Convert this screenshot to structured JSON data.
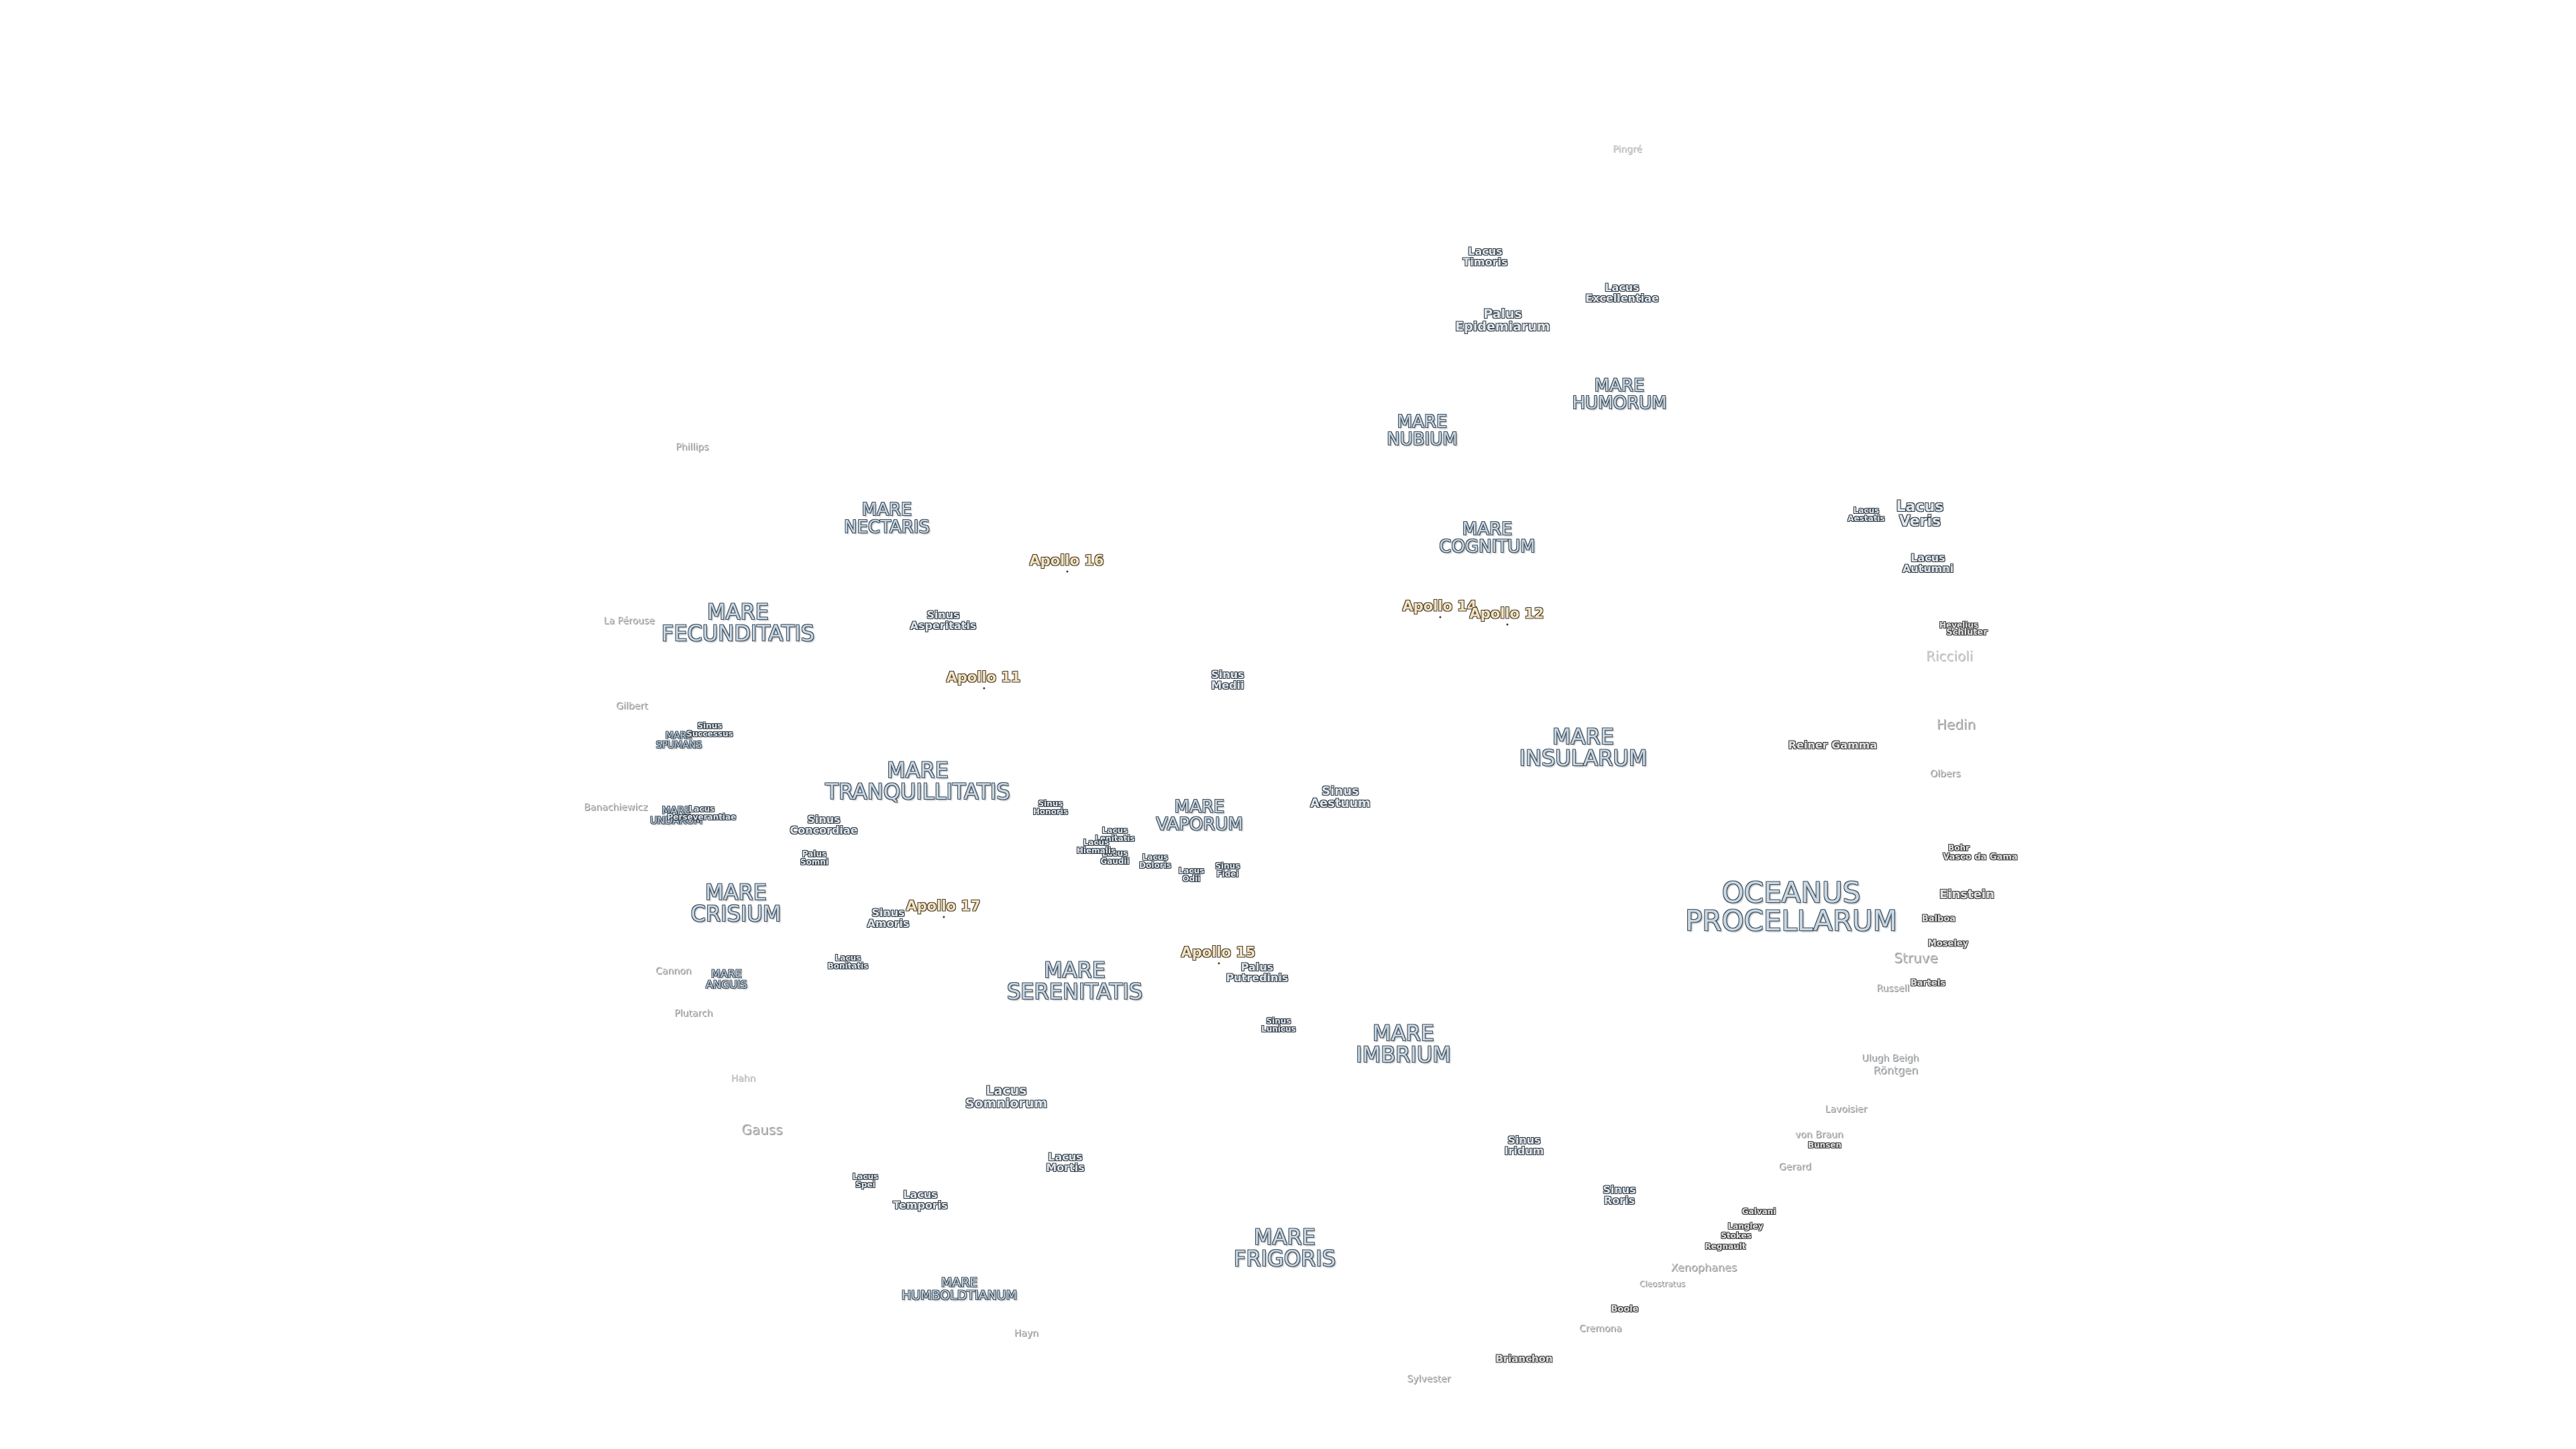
{
  "map": {
    "maria": [
      {
        "id": "mare-nubium",
        "name": "MARE\nNUBIUM"
      },
      {
        "id": "mare-humorum",
        "name": "MARE\nHUMORUM"
      },
      {
        "id": "mare-nectaris",
        "name": "MARE\nNECTARIS"
      },
      {
        "id": "mare-cognitum",
        "name": "MARE\nCOGNITUM"
      },
      {
        "id": "mare-fecunditatis",
        "name": "MARE\nFECUNDITATIS"
      },
      {
        "id": "mare-tranquillitatis",
        "name": "MARE\nTRANQUILLITATIS"
      },
      {
        "id": "mare-insularum",
        "name": "MARE\nINSULARUM"
      },
      {
        "id": "mare-vaporum",
        "name": "MARE\nVAPORUM"
      },
      {
        "id": "mare-spumans",
        "name": "MARE\nSPUMANS"
      },
      {
        "id": "mare-undarum",
        "name": "MARE\nUNDARUM"
      },
      {
        "id": "mare-crisium",
        "name": "MARE\nCRISIUM"
      },
      {
        "id": "mare-anguis",
        "name": "MARE\nANGUIS"
      },
      {
        "id": "mare-serenitatis",
        "name": "MARE\nSERENITATIS"
      },
      {
        "id": "mare-imbrium",
        "name": "MARE\nIMBRIUM"
      },
      {
        "id": "oceanus-procellarum",
        "name": "OCEANUS\nPROCELLARUM"
      },
      {
        "id": "mare-frigoris",
        "name": "MARE\nFRIGORIS"
      },
      {
        "id": "mare-humboldtianum",
        "name": "MARE\nHUMBOLDTIANUM"
      }
    ],
    "features": [
      {
        "id": "lacus-timoris",
        "name": "Lacus\nTimoris"
      },
      {
        "id": "lacus-excellentiae",
        "name": "Lacus\nExcellentiae"
      },
      {
        "id": "palus-epidemiarum",
        "name": "Palus\nEpidemiarum"
      },
      {
        "id": "lacus-veris",
        "name": "Lacus\nVeris"
      },
      {
        "id": "lacus-autumni",
        "name": "Lacus\nAutumni"
      },
      {
        "id": "lacus-aestatis",
        "name": "Lacus\nAestatis"
      },
      {
        "id": "sinus-asperitatis",
        "name": "Sinus\nAsperitatis"
      },
      {
        "id": "sinus-medii",
        "name": "Sinus\nMedii"
      },
      {
        "id": "sinus-successus",
        "name": "Sinus\nSuccessus"
      },
      {
        "id": "sinus-aestuum",
        "name": "Sinus\nAestuum"
      },
      {
        "id": "sinus-honoris",
        "name": "Sinus\nHonoris"
      },
      {
        "id": "sinus-concordiae",
        "name": "Sinus\nConcordiae"
      },
      {
        "id": "lacus-perseverantiae",
        "name": "Lacus\nPerseverantiae"
      },
      {
        "id": "palus-somni",
        "name": "Palus\nSomni"
      },
      {
        "id": "sinus-amoris",
        "name": "Sinus\nAmoris"
      },
      {
        "id": "lacus-bonitatis",
        "name": "Lacus\nBonitatis"
      },
      {
        "id": "lacus-doloris",
        "name": "Lacus\nDoloris"
      },
      {
        "id": "lacus-gaudii",
        "name": "Lacus\nGaudii"
      },
      {
        "id": "sinus-fidei",
        "name": "Sinus\nFidei"
      },
      {
        "id": "lacus-lenitatis",
        "name": "Lacus\nLenitatis"
      },
      {
        "id": "lacus-hiemalis",
        "name": "Lacus\nHiemalis"
      },
      {
        "id": "lacus-odii",
        "name": "Lacus\nOdii"
      },
      {
        "id": "palus-putredinis",
        "name": "Palus\nPutredinis"
      },
      {
        "id": "sinus-lunicus",
        "name": "Sinus\nLunicus"
      },
      {
        "id": "lacus-somniorum",
        "name": "Lacus\nSomniorum"
      },
      {
        "id": "lacus-mortis",
        "name": "Lacus\nMortis"
      },
      {
        "id": "lacus-spei",
        "name": "Lacus\nSpei"
      },
      {
        "id": "lacus-temporis",
        "name": "Lacus\nTemporis"
      },
      {
        "id": "sinus-iridum",
        "name": "Sinus\nIridum"
      },
      {
        "id": "sinus-roris",
        "name": "Sinus\nRoris"
      }
    ],
    "apollo": [
      {
        "id": "apollo-16",
        "name": "Apollo 16"
      },
      {
        "id": "apollo-11",
        "name": "Apollo 11"
      },
      {
        "id": "apollo-14",
        "name": "Apollo 14"
      },
      {
        "id": "apollo-12",
        "name": "Apollo 12"
      },
      {
        "id": "apollo-17",
        "name": "Apollo 17"
      },
      {
        "id": "apollo-15",
        "name": "Apollo 15"
      }
    ],
    "craters": [
      {
        "id": "pingre",
        "name": "Pingré"
      },
      {
        "id": "phillips",
        "name": "Phillips"
      },
      {
        "id": "la-perouse",
        "name": "La Pérouse"
      },
      {
        "id": "gilbert",
        "name": "Gilbert"
      },
      {
        "id": "banachiewicz",
        "name": "Banachiewicz"
      },
      {
        "id": "cannon",
        "name": "Cannon"
      },
      {
        "id": "plutarch",
        "name": "Plutarch"
      },
      {
        "id": "hahn",
        "name": "Hahn"
      },
      {
        "id": "gauss",
        "name": "Gauss"
      },
      {
        "id": "hayn",
        "name": "Hayn"
      },
      {
        "id": "sylvester",
        "name": "Sylvester"
      },
      {
        "id": "brianchon",
        "name": "Brianchon"
      },
      {
        "id": "cremona",
        "name": "Cremona"
      },
      {
        "id": "boole",
        "name": "Boole"
      },
      {
        "id": "xenophanes",
        "name": "Xenophanes"
      },
      {
        "id": "cleostratus",
        "name": "Cleostratus"
      },
      {
        "id": "gerard",
        "name": "Gerard"
      },
      {
        "id": "von-braun",
        "name": "von Braun"
      },
      {
        "id": "bunsen",
        "name": "Bunsen"
      },
      {
        "id": "lavoisier",
        "name": "Lavoisier"
      },
      {
        "id": "ulugh-beigh",
        "name": "Ulugh Beigh"
      },
      {
        "id": "rontgen",
        "name": "Röntgen"
      },
      {
        "id": "russell",
        "name": "Russell"
      },
      {
        "id": "bartels",
        "name": "Bartels"
      },
      {
        "id": "struve",
        "name": "Struve"
      },
      {
        "id": "moseley",
        "name": "Moseley"
      },
      {
        "id": "balboa",
        "name": "Balboa"
      },
      {
        "id": "einstein",
        "name": "Einstein"
      },
      {
        "id": "vasco-da-gama",
        "name": "Vasco da Gama"
      },
      {
        "id": "bohr",
        "name": "Bohr"
      },
      {
        "id": "olbers",
        "name": "Olbers"
      },
      {
        "id": "hedin",
        "name": "Hedin"
      },
      {
        "id": "riccioli",
        "name": "Riccioli"
      },
      {
        "id": "hevelius",
        "name": "Hevelius"
      },
      {
        "id": "schluter",
        "name": "Schlüter"
      },
      {
        "id": "reiner-gamma",
        "name": "Reiner Gamma"
      },
      {
        "id": "langley",
        "name": "Langley"
      },
      {
        "id": "stokes",
        "name": "Stokes"
      },
      {
        "id": "regnault",
        "name": "Regnault"
      },
      {
        "id": "galvani",
        "name": "Galvani"
      }
    ]
  }
}
